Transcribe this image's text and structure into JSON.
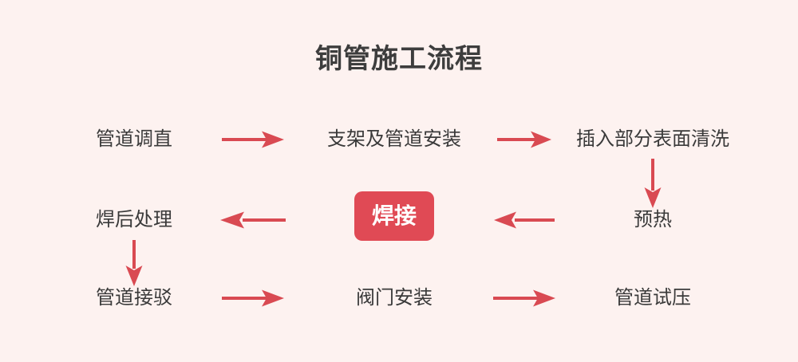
{
  "title": "铜管施工流程",
  "colors": {
    "background": "#fdf2f0",
    "text": "#3a3a3a",
    "title": "#3d3d3d",
    "accent": "#e04a55",
    "arrow": "#d94a52",
    "highlight_text": "#ffffff"
  },
  "chart_data": {
    "type": "diagram",
    "title": "铜管施工流程",
    "layout": "serpentine-3-rows",
    "nodes": [
      {
        "id": "n1",
        "label": "管道调直",
        "row": 1,
        "col": 1,
        "highlight": false
      },
      {
        "id": "n2",
        "label": "支架及管道安装",
        "row": 1,
        "col": 2,
        "highlight": false
      },
      {
        "id": "n3",
        "label": "插入部分表面清洗",
        "row": 1,
        "col": 3,
        "highlight": false
      },
      {
        "id": "n4",
        "label": "预热",
        "row": 2,
        "col": 3,
        "highlight": false
      },
      {
        "id": "n5",
        "label": "焊接",
        "row": 2,
        "col": 2,
        "highlight": true
      },
      {
        "id": "n6",
        "label": "焊后处理",
        "row": 2,
        "col": 1,
        "highlight": false
      },
      {
        "id": "n7",
        "label": "管道接驳",
        "row": 3,
        "col": 1,
        "highlight": false
      },
      {
        "id": "n8",
        "label": "阀门安装",
        "row": 3,
        "col": 2,
        "highlight": false
      },
      {
        "id": "n9",
        "label": "管道试压",
        "row": 3,
        "col": 3,
        "highlight": false
      }
    ],
    "edges": [
      {
        "from": "n1",
        "to": "n2",
        "direction": "right"
      },
      {
        "from": "n2",
        "to": "n3",
        "direction": "right"
      },
      {
        "from": "n3",
        "to": "n4",
        "direction": "down"
      },
      {
        "from": "n4",
        "to": "n5",
        "direction": "left"
      },
      {
        "from": "n5",
        "to": "n6",
        "direction": "left"
      },
      {
        "from": "n6",
        "to": "n7",
        "direction": "down"
      },
      {
        "from": "n7",
        "to": "n8",
        "direction": "right"
      },
      {
        "from": "n8",
        "to": "n9",
        "direction": "right"
      }
    ]
  }
}
